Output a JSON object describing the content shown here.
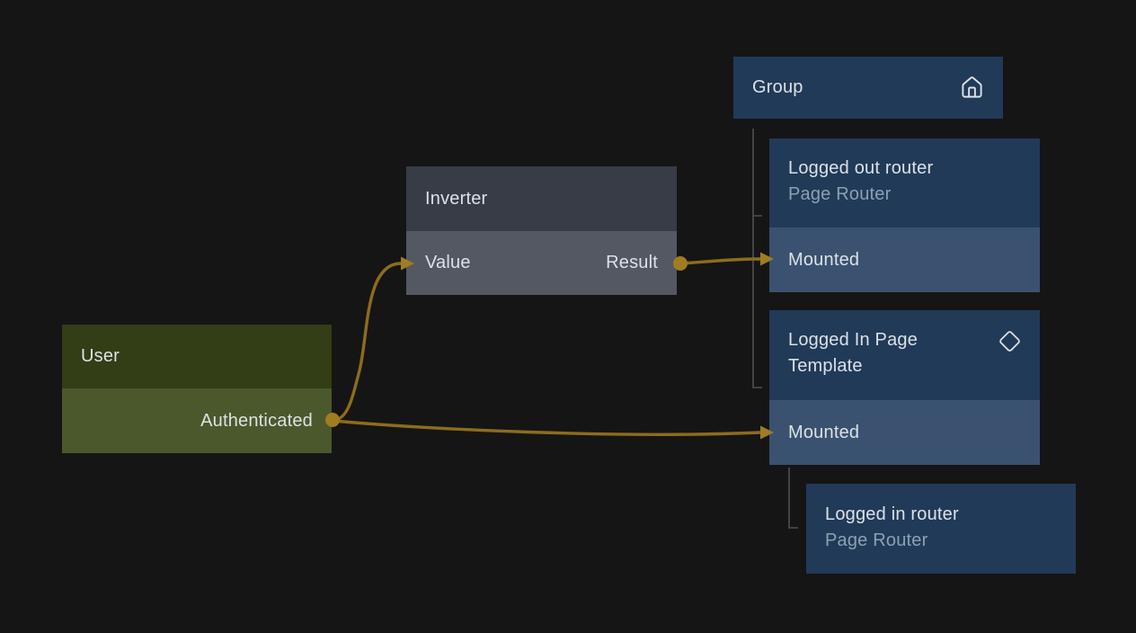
{
  "app": {
    "type": "node-graph-editor-canvas"
  },
  "colors": {
    "bg": "#151515",
    "green_header": "#333d16",
    "green_body": "#4b582b",
    "gray_header": "#383c47",
    "gray_body": "#545862",
    "blue_header": "#213a58",
    "blue_body": "#3a526f",
    "title": "#dce1e7",
    "subtitle": "#8da0b4",
    "edge": "#8d6c1e",
    "port": "#a07c22",
    "bracket": "#505050"
  },
  "nodes": {
    "user": {
      "title": "User",
      "output_label": "Authenticated"
    },
    "inverter": {
      "title": "Inverter",
      "input_label": "Value",
      "output_label": "Result"
    },
    "group": {
      "title": "Group",
      "icon": "home-icon"
    },
    "logged_out_router": {
      "title": "Logged out router",
      "subtitle": "Page Router",
      "section_label": "Mounted"
    },
    "logged_in_page_template": {
      "title": "Logged In Page Template",
      "icon": "diamond-icon",
      "section_label": "Mounted"
    },
    "logged_in_router": {
      "title": "Logged in router",
      "subtitle": "Page Router"
    }
  },
  "edges": [
    {
      "from": "User / Authenticated",
      "to": "Inverter / Value"
    },
    {
      "from": "Inverter / Result",
      "to": "Logged out router / Mounted"
    },
    {
      "from": "User / Authenticated",
      "to": "Logged In Page Template / Mounted"
    }
  ],
  "hierarchy": [
    {
      "parent": "Group",
      "children": [
        "Logged out router",
        "Logged In Page Template"
      ]
    },
    {
      "parent": "Logged In Page Template / Mounted",
      "children": [
        "Logged in router"
      ]
    }
  ]
}
